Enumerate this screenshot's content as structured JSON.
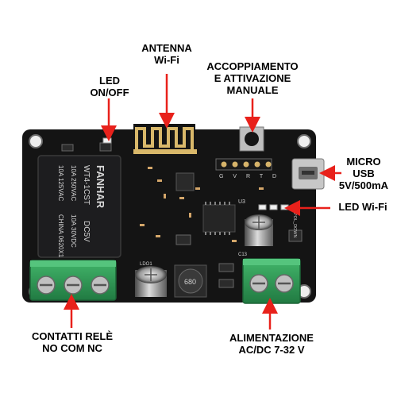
{
  "labels": {
    "antenna": [
      "ANTENNA",
      "Wi-Fi"
    ],
    "pairing": [
      "ACCOPPIAMENTO",
      "E ATTIVAZIONE",
      "MANUALE"
    ],
    "led_onoff": [
      "LED",
      "ON/OFF"
    ],
    "micro_usb": [
      "MICRO",
      "USB",
      "5V/500mA"
    ],
    "led_wifi": [
      "LED Wi-Fi"
    ],
    "relay_contacts": [
      "CONTATTI RELÈ",
      "NO COM NC"
    ],
    "power_supply": [
      "ALIMENTAZIONE",
      "AC/DC 7-32 V"
    ]
  },
  "relay": {
    "brand": "FANHAR",
    "model": "WT4-1CST",
    "voltage": "DC5V",
    "ratings": [
      "10A 250VAC",
      "10A 30VDC",
      "10A 125VAC"
    ],
    "line2": "CHINA 0620X1"
  },
  "pcb": {
    "header_pins_text": "G V R T D",
    "cap_label": "C13",
    "ldo_label": "LDO1",
    "inductor_text": "680",
    "pad_text": "POL_DOWN",
    "chip_label": "U3"
  },
  "colors": {
    "pcb": "#141414",
    "terminal": "#2e9a56",
    "arrow": "#e8211b",
    "relay": "#1d1d1f",
    "antenna_trace": "#d9b86a"
  }
}
